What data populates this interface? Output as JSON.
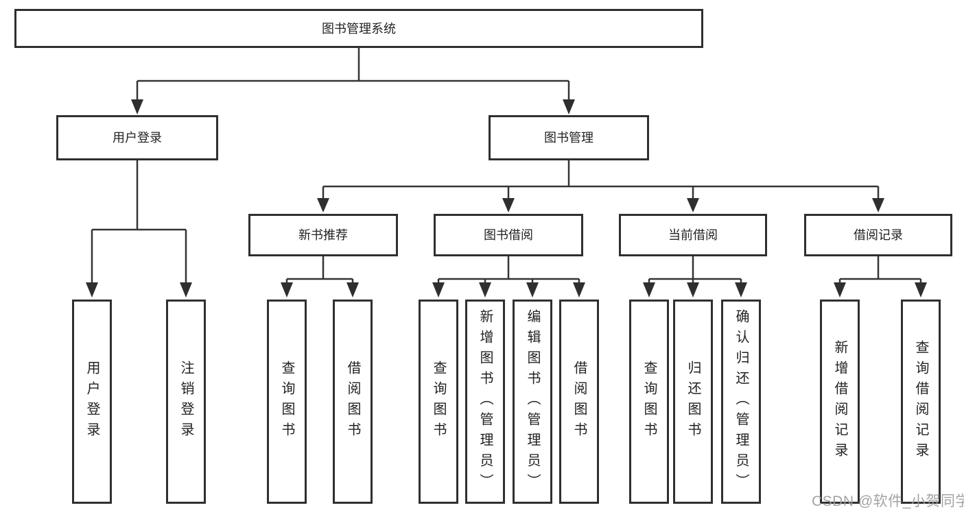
{
  "diagram": {
    "type": "tree",
    "root": {
      "label": "图书管理系统",
      "children": [
        {
          "label": "用户登录",
          "children": [
            {
              "label": "用户登录"
            },
            {
              "label": "注销登录"
            }
          ]
        },
        {
          "label": "图书管理",
          "children": [
            {
              "label": "新书推荐",
              "children": [
                {
                  "label": "查询图书"
                },
                {
                  "label": "借阅图书"
                }
              ]
            },
            {
              "label": "图书借阅",
              "children": [
                {
                  "label": "查询图书"
                },
                {
                  "label": "新增图书（管理员）"
                },
                {
                  "label": "编辑图书（管理员）"
                },
                {
                  "label": "借阅图书"
                }
              ]
            },
            {
              "label": "当前借阅",
              "children": [
                {
                  "label": "查询图书"
                },
                {
                  "label": "归还图书"
                },
                {
                  "label": "确认归还（管理员）"
                }
              ]
            },
            {
              "label": "借阅记录",
              "children": [
                {
                  "label": "新增借阅记录"
                },
                {
                  "label": "查询借阅记录"
                }
              ]
            }
          ]
        }
      ]
    },
    "colors": {
      "line": "#343434",
      "border": "#2f2f2f",
      "text": "#222222",
      "background": "#ffffff",
      "watermark": "#9e9e9e"
    }
  },
  "watermark": {
    "text": "CSDN @软件_小贺同学"
  }
}
